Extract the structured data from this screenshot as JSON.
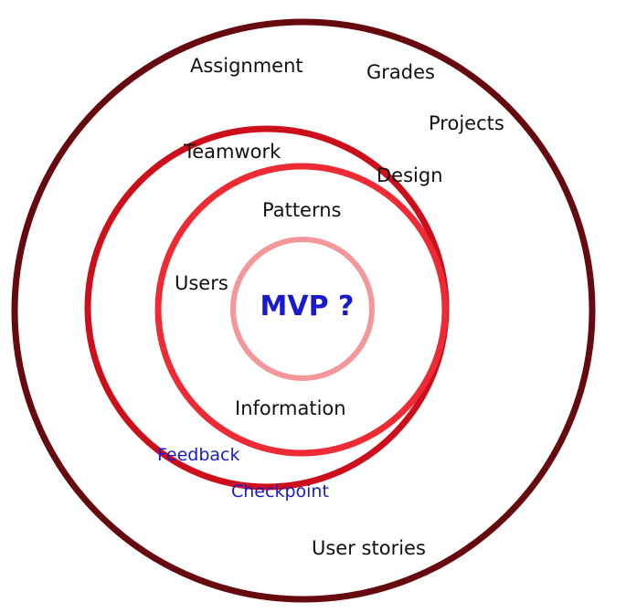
{
  "diagram": {
    "colors": {
      "outer_ring": "#660a10",
      "second_ring": "#cc0f1a",
      "third_ring": "#ee2a35",
      "inner_ring": "#f5969b",
      "label_text": "#111111",
      "highlight_text": "#1a1acc"
    },
    "center": {
      "label": "MVP ?"
    },
    "outer_ring_labels": {
      "assignment": "Assignment",
      "grades": "Grades",
      "projects": "Projects",
      "user_stories": "User stories"
    },
    "second_ring_labels": {
      "teamwork": "Teamwork",
      "design": "Design",
      "feedback": "Feedback",
      "checkpoint": "Checkpoint"
    },
    "third_ring_labels": {
      "patterns": "Patterns",
      "users": "Users",
      "information": "Information"
    }
  }
}
